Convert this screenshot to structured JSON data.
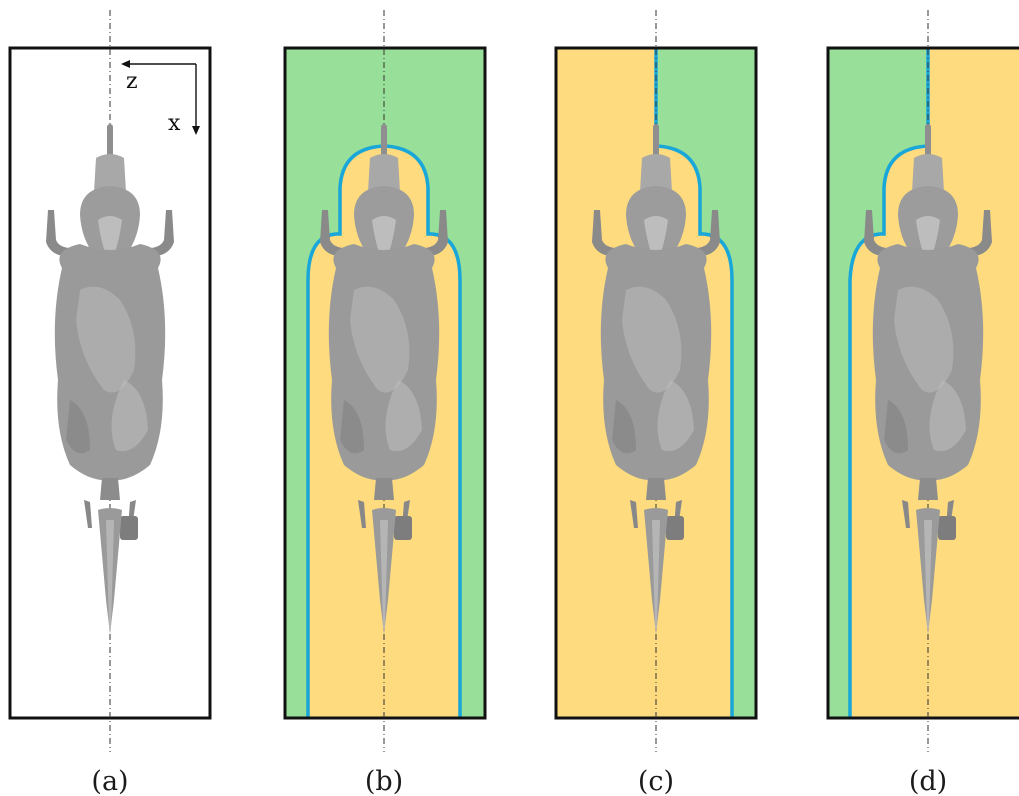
{
  "axes": {
    "z_label": "z",
    "x_label": "x"
  },
  "panels": [
    {
      "id": "a",
      "caption": "(a)",
      "background": "#ffffff"
    },
    {
      "id": "b",
      "caption": "(b)",
      "green": "#98e09a",
      "yellow": "#fddb7e",
      "line": "#19a6d8"
    },
    {
      "id": "c",
      "caption": "(c)",
      "green": "#98e09a",
      "yellow": "#fddb7e",
      "line": "#19a6d8"
    },
    {
      "id": "d",
      "caption": "(d)",
      "green": "#98e09a",
      "yellow": "#fddb7e",
      "line": "#19a6d8"
    }
  ],
  "colors": {
    "frame": "#111111",
    "rider": "#9a9a9a",
    "rider_dark": "#7c7c7c",
    "rider_light": "#c4c4c4",
    "centerline": "#333333"
  }
}
